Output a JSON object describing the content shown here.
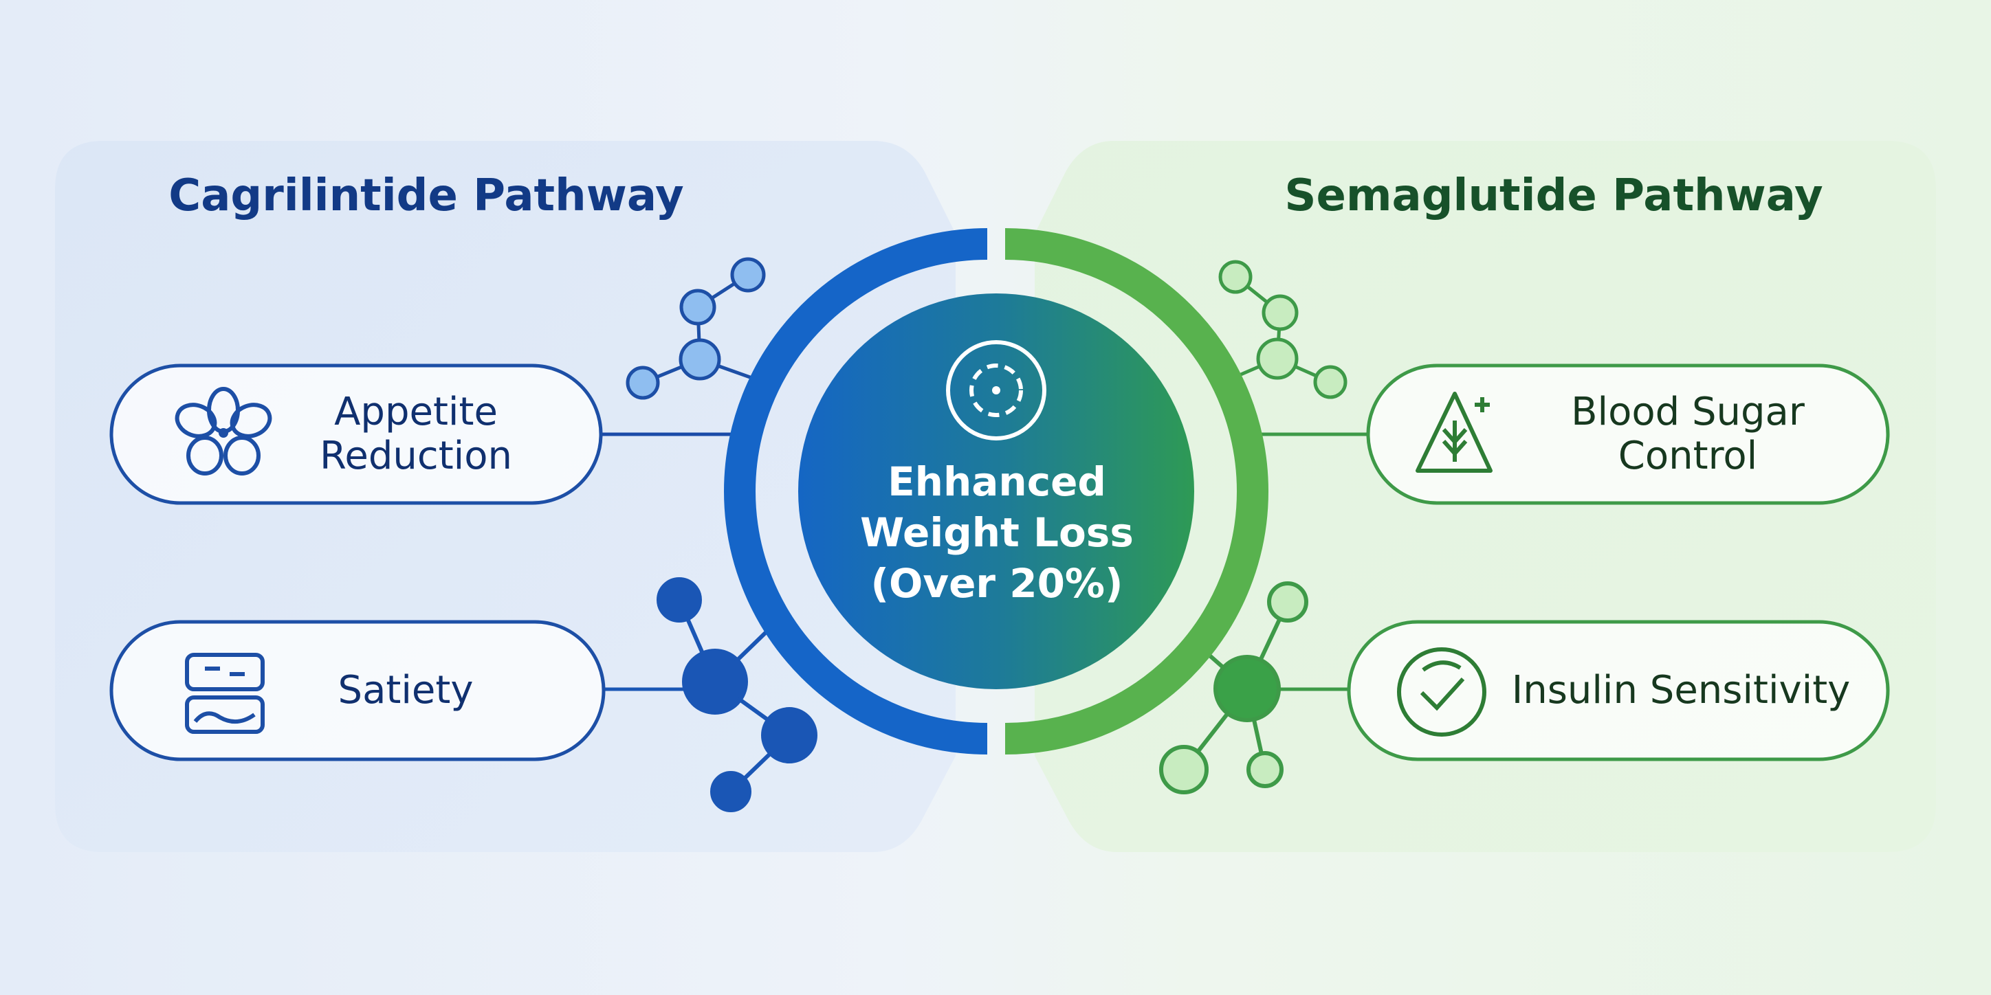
{
  "left_pathway": {
    "title": "Cagrilintide Pathway",
    "items": [
      {
        "line1": "Appetite",
        "line2": "Reduction",
        "icon": "flower-icon"
      },
      {
        "label": "Satiety",
        "icon": "stomach-icon"
      }
    ]
  },
  "right_pathway": {
    "title": "Semaglutide Pathway",
    "items": [
      {
        "line1": "Blood Sugar",
        "line2": "Control",
        "icon": "glucose-triangle-icon"
      },
      {
        "label": "Insulin Sensitivity",
        "icon": "insulin-check-icon"
      }
    ]
  },
  "center": {
    "line1": "Ehhanced",
    "line2": "Weight Loss",
    "line3": "(Over 20%)",
    "icon": "cell-icon"
  },
  "colors": {
    "blue_dark": "#123a86",
    "blue": "#1565c8",
    "blue_light": "#8fbef0",
    "green_dark": "#17512a",
    "green": "#3aa148",
    "green_light": "#c8ecc0"
  }
}
